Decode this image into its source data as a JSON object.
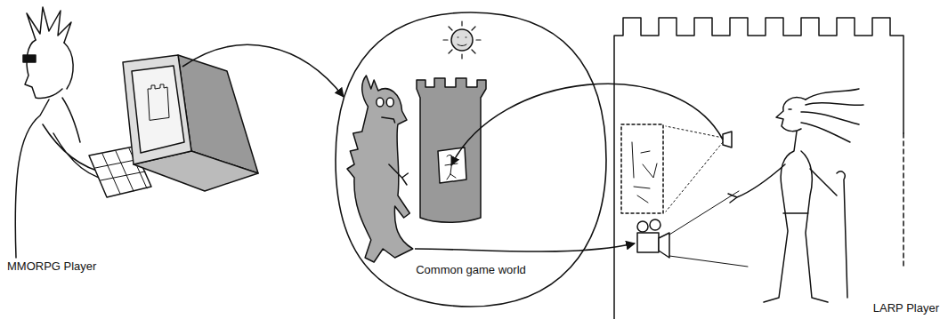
{
  "diagram": {
    "nodes": [
      {
        "text": [
          "MMORPG Player"
        ]
      },
      {
        "text": [
          "Common game world"
        ]
      },
      {
        "text": [
          "LARP Player"
        ]
      }
    ],
    "edges": [
      {
        "from": 0,
        "to": 1,
        "arrow": "to"
      },
      {
        "from": 2,
        "to": 1,
        "arrow": "to"
      },
      {
        "from": 1,
        "to": 2,
        "arrow": "to"
      }
    ]
  }
}
